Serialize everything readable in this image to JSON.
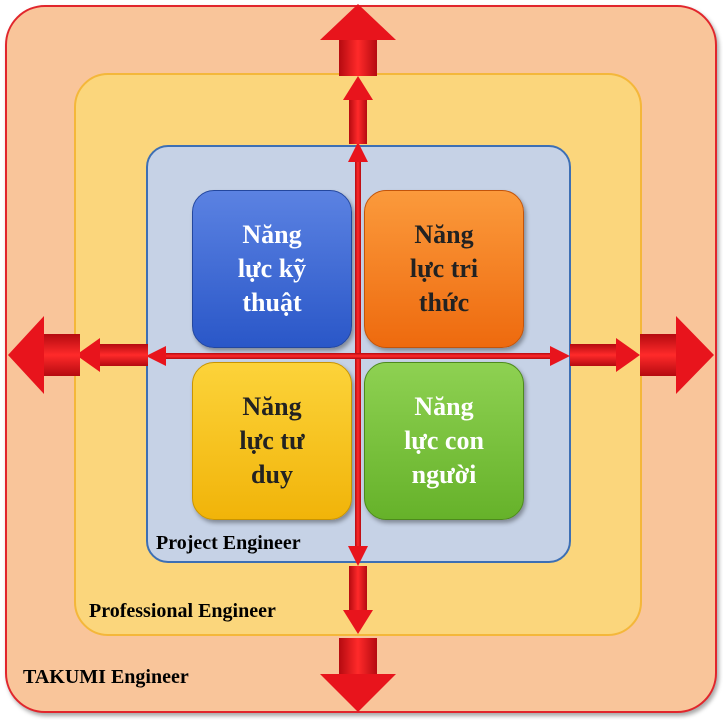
{
  "layers": {
    "outer": {
      "label": "TAKUMI Engineer",
      "fill": "#f9c59a",
      "stroke": "#e1262c"
    },
    "middle": {
      "label": "Professional Engineer",
      "fill": "#fbd67c",
      "stroke": "#f4b73a"
    },
    "inner": {
      "label": "Project Engineer",
      "fill": "#c6d2e6",
      "stroke": "#3d6fb4"
    }
  },
  "tiles": [
    {
      "lines": [
        "Năng",
        "lực kỹ",
        "thuật"
      ],
      "color": "#2a57c8"
    },
    {
      "lines": [
        "Năng",
        "lực tri",
        "thức"
      ],
      "color": "#ee6a0e"
    },
    {
      "lines": [
        "Năng",
        "lực tư",
        "duy"
      ],
      "color": "#f1b409"
    },
    {
      "lines": [
        "Năng",
        "lực con",
        "người"
      ],
      "color": "#66b22a"
    }
  ],
  "arrow_color": "#e8141c",
  "arrow_icons": [
    "arrow-up-icon",
    "arrow-down-icon",
    "arrow-left-icon",
    "arrow-right-icon"
  ]
}
